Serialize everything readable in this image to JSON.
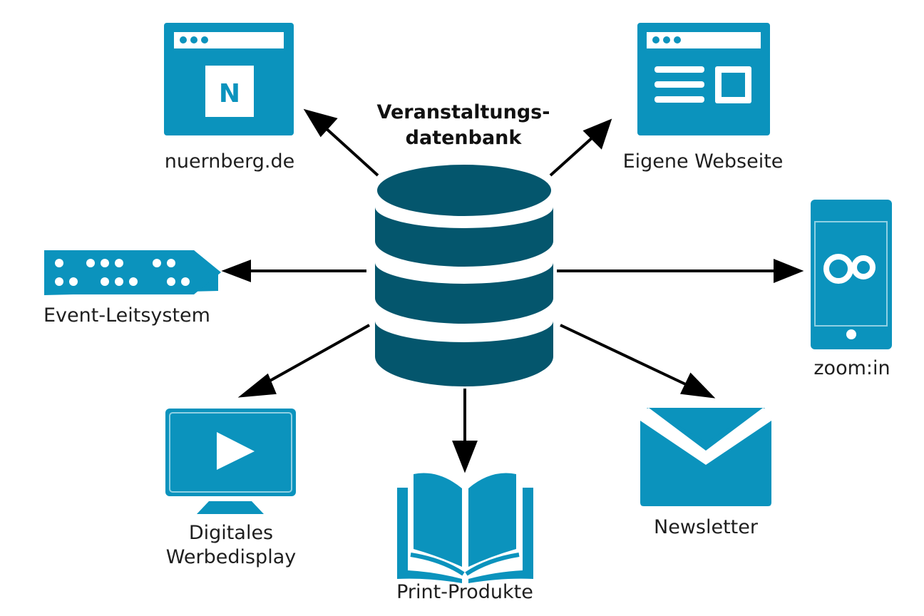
{
  "diagram": {
    "title_line1": "Veranstaltungs-",
    "title_line2": "datenbank",
    "colors": {
      "icon": "#0b93bd",
      "database": "#04566d",
      "arrow": "#000000",
      "text": "#1e1e1e"
    },
    "center": {
      "name": "Veranstaltungsdatenbank",
      "icon": "database-icon"
    },
    "targets": [
      {
        "id": "nuernberg",
        "label": "nuernberg.de",
        "icon": "browser-n-icon",
        "icon_letter": "N"
      },
      {
        "id": "webseite",
        "label": "Eigene Webseite",
        "icon": "browser-layout-icon"
      },
      {
        "id": "leitsystem",
        "label": "Event-Leitsystem",
        "icon": "dot-sign-icon"
      },
      {
        "id": "zoomin",
        "label": "zoom:in",
        "icon": "smartphone-icon"
      },
      {
        "id": "display",
        "label_line1": "Digitales",
        "label_line2": "Werbedisplay",
        "icon": "monitor-play-icon"
      },
      {
        "id": "print",
        "label": "Print-Produkte",
        "icon": "open-book-icon"
      },
      {
        "id": "newsletter",
        "label": "Newsletter",
        "icon": "envelope-icon"
      }
    ],
    "edges": [
      {
        "from": "Veranstaltungsdatenbank",
        "to": "nuernberg.de"
      },
      {
        "from": "Veranstaltungsdatenbank",
        "to": "Eigene Webseite"
      },
      {
        "from": "Veranstaltungsdatenbank",
        "to": "Event-Leitsystem"
      },
      {
        "from": "Veranstaltungsdatenbank",
        "to": "zoom:in"
      },
      {
        "from": "Veranstaltungsdatenbank",
        "to": "Digitales Werbedisplay"
      },
      {
        "from": "Veranstaltungsdatenbank",
        "to": "Print-Produkte"
      },
      {
        "from": "Veranstaltungsdatenbank",
        "to": "Newsletter"
      }
    ]
  }
}
